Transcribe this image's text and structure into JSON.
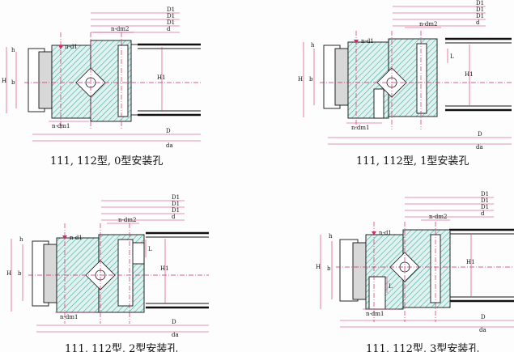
{
  "colors": {
    "dimension": "#d02a6a",
    "hatch": "#3aa7a0",
    "line": "#111111"
  },
  "panels": [
    {
      "caption": "111, 112型, 0型安装孔",
      "labels": {
        "n_d1": "n-d1",
        "n_dm1": "n-dm1",
        "n_dm2": "n-dm2",
        "D1_top": "D1",
        "D1_2": "D1",
        "D1_3": "D1",
        "d": "d",
        "D": "D",
        "da": "da",
        "H": "H",
        "b": "b",
        "h": "h",
        "H1": "H1"
      }
    },
    {
      "caption": "111, 112型, 1型安装孔",
      "labels": {
        "n_d1": "n-d1",
        "n_dm1": "n-dm1",
        "n_dm2": "n-dm2",
        "D1_top": "D1",
        "D1_2": "D1",
        "D1_3": "D1",
        "d": "d",
        "D": "D",
        "da": "da",
        "H": "H",
        "b": "b",
        "h": "h",
        "H1": "H1",
        "L": "L"
      }
    },
    {
      "caption": "111, 112型, 2型安装孔",
      "labels": {
        "n_d1": "n-d1",
        "n_dm1": "n-dm1",
        "n_dm2": "n-dm2",
        "D1_top": "D1",
        "D1_2": "D1",
        "D1_3": "D1",
        "d": "d",
        "D": "D",
        "da": "da",
        "H": "H",
        "b": "b",
        "h": "h",
        "H1": "H1",
        "L": "L"
      }
    },
    {
      "caption": "111, 112型, 3型安装孔",
      "labels": {
        "n_d1": "n-d1",
        "n_dm1": "n-dm1",
        "n_dm2": "n-dm2",
        "D1_top": "D1",
        "D1_2": "D1",
        "D1_3": "D1",
        "d": "d",
        "D": "D",
        "da": "da",
        "H": "H",
        "b": "b",
        "h": "h",
        "H1": "H1",
        "L": "L"
      }
    }
  ]
}
